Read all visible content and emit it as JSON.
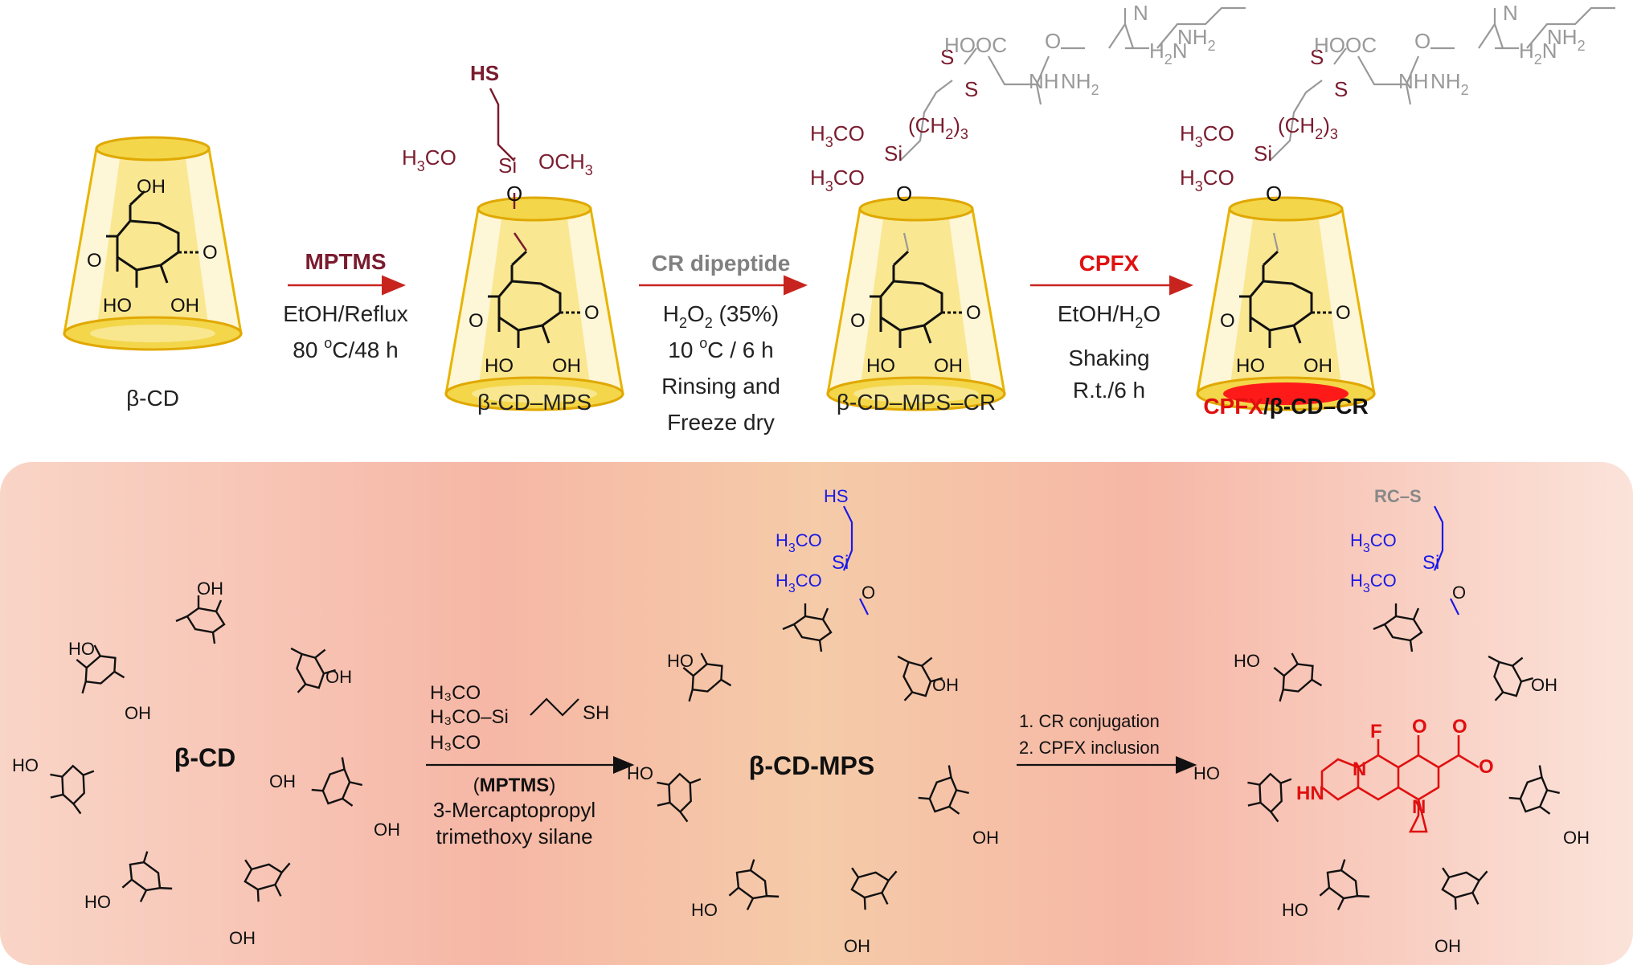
{
  "colors": {
    "maroon": "#7a1c2e",
    "red": "#e01010",
    "gray": "#808080",
    "blue": "#1a1ae6",
    "black": "#111111",
    "cone_fill": "#f5df7a",
    "cone_edge": "#e0a800",
    "panel_pink": "#f7c1ac",
    "panel_peach": "#f6d3b3"
  },
  "top": {
    "step1": {
      "reagent": "MPTMS",
      "cond1": "EtOH/Reflux",
      "cond2_pre": "80 ",
      "cond2_sup": "o",
      "cond2_post": "C/48 h"
    },
    "step2": {
      "reagent": "CR dipeptide",
      "cond1_pre": "H",
      "cond1_sub": "2",
      "cond1_mid": "O",
      "cond1_sub2": "2",
      "cond1_post": " (35%)",
      "cond2_pre": "10 ",
      "cond2_sup": "o",
      "cond2_post": "C / 6 h",
      "cond3": "Rinsing and",
      "cond4": "Freeze dry"
    },
    "step3": {
      "reagent": "CPFX",
      "cond1": "EtOH/H",
      "cond1_sub": "2",
      "cond1_post": "O",
      "cond2": "Shaking",
      "cond3": "R.t./6 h"
    },
    "products": {
      "p1": "β-CD",
      "p2": "β-CD–MPS",
      "p3": "β-CD–MPS–CR",
      "p4_red": "CPFX",
      "p4_black": "/β-CD–CR"
    },
    "groups": {
      "oh": "OH",
      "o": "O",
      "ho": "HO",
      "hs": "HS",
      "si": "Si",
      "s": "S",
      "h3co": "H",
      "och3": "OCH",
      "cooh": "HOOC",
      "nh": "NH",
      "nh2": "NH",
      "h2n": "H",
      "n": "N",
      "ch2": "(CH",
      "three": "3",
      "two": "2"
    }
  },
  "bottom": {
    "label1": "β-CD",
    "label2": "β-CD-MPS",
    "reagent_line1": "H₃CO",
    "reagent_line2": "H₃CO–Si",
    "reagent_line3": "H₃CO",
    "reagent_sh": "SH",
    "reagent_name_pre": "(",
    "reagent_name_bold": "MPTMS",
    "reagent_name_post": ")",
    "reagent_full1": "3-Mercaptopropyl",
    "reagent_full2": "trimethoxy silane",
    "steps": [
      "1.   CR conjugation",
      "2.   CPFX inclusion"
    ],
    "rc_s": "RC–S",
    "hs": "HS",
    "f": "F",
    "hn": "HN",
    "n": "N",
    "o": "O",
    "oh": "OH",
    "ho": "HO"
  }
}
